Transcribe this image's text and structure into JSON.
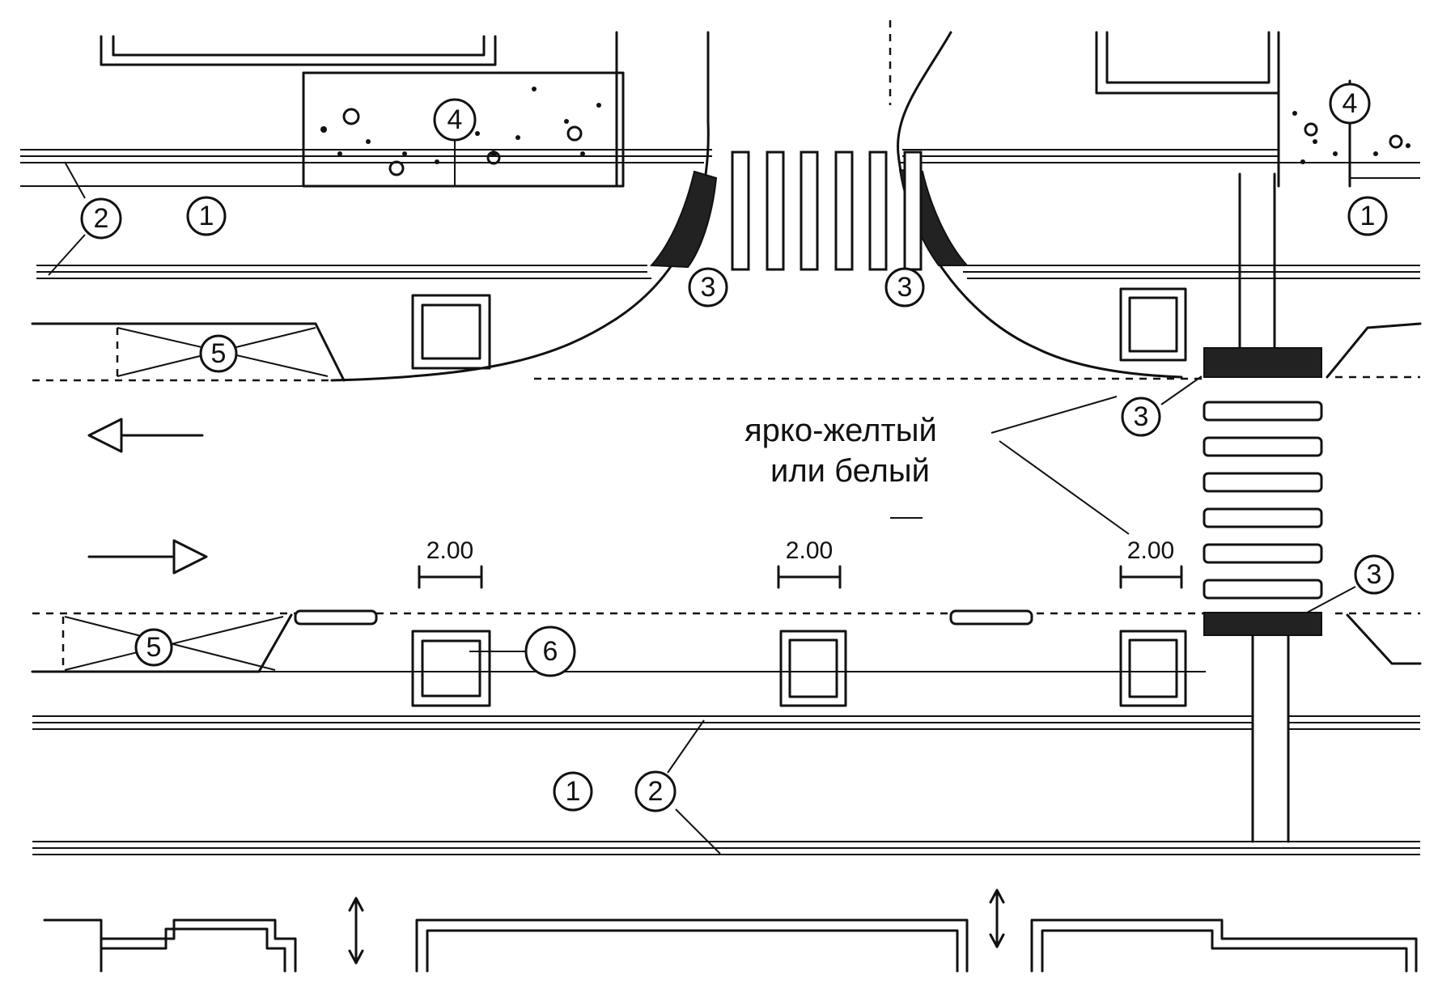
{
  "callouts": {
    "one": "1",
    "two": "2",
    "three": "3",
    "four": "4",
    "five": "5",
    "six": "6"
  },
  "dimensions": {
    "spacing": "2.00"
  },
  "note": {
    "line1": "ярко-желтый",
    "line2": "или белый"
  }
}
